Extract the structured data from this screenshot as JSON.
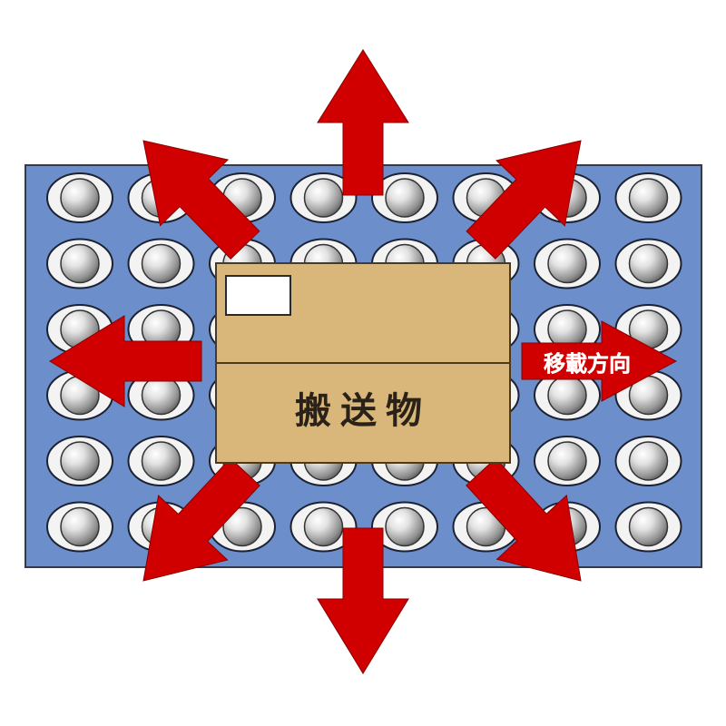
{
  "diagram": {
    "box_label": "搬送物",
    "direction_label": "移載方向",
    "ball_grid": {
      "rows": 6,
      "cols": 8
    },
    "arrow_directions": [
      "up",
      "up-right",
      "right",
      "down-right",
      "down",
      "down-left",
      "left",
      "up-left"
    ],
    "colors": {
      "table": "#6c8fcc",
      "table_border": "#2f3a55",
      "ball": "#d9d9d9",
      "arrow": "#d10000",
      "box": "#d9b77a",
      "box_border": "#4a3a22",
      "label_white": "#ffffff"
    }
  }
}
